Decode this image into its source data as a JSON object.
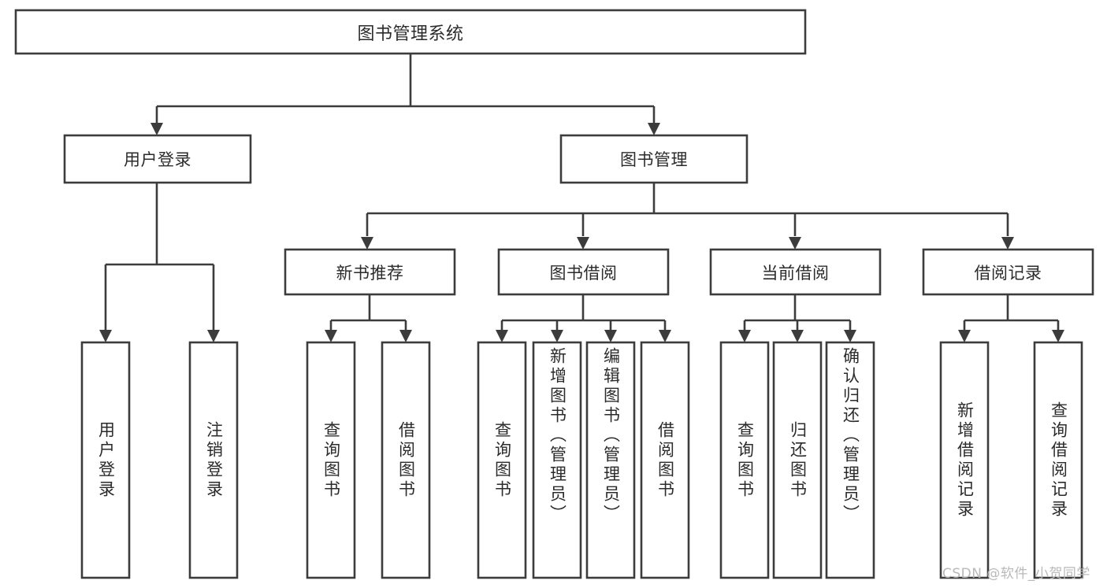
{
  "diagram": {
    "title": "图书管理系统",
    "type": "tree-hierarchy-diagram",
    "watermark": "CSDN @软件_小贺同学",
    "colors": {
      "stroke": "#3c3c3c",
      "box_fill": "#ffffff",
      "text": "#2b2b2b",
      "watermark": "#b9b9b9",
      "background": "#ffffff"
    },
    "levels": {
      "level1": [
        "图书管理系统"
      ],
      "level2": [
        "用户登录",
        "图书管理"
      ],
      "level3": [
        "新书推荐",
        "图书借阅",
        "当前借阅",
        "借阅记录"
      ],
      "level4": [
        "用户登录",
        "注销登录",
        "查询图书",
        "借阅图书",
        "查询图书",
        "新增图书（管理员）",
        "编辑图书（管理员）",
        "借阅图书",
        "查询图书",
        "归还图书",
        "确认归还（管理员）",
        "新增借阅记录",
        "查询借阅记录"
      ]
    },
    "nodes": {
      "root": {
        "label": "图书管理系统"
      },
      "user_login": {
        "label": "用户登录"
      },
      "book_manage": {
        "label": "图书管理"
      },
      "new_book_rec": {
        "label": "新书推荐"
      },
      "book_borrow": {
        "label": "图书借阅"
      },
      "current_borrow": {
        "label": "当前借阅"
      },
      "borrow_record": {
        "label": "借阅记录"
      },
      "leaf_user_login": {
        "label": "用户登录"
      },
      "leaf_logout": {
        "label": "注销登录"
      },
      "leaf_query_book_1": {
        "label": "查询图书"
      },
      "leaf_borrow_book_1": {
        "label": "借阅图书"
      },
      "leaf_query_book_2": {
        "label": "查询图书"
      },
      "leaf_add_book": {
        "label": "新增图书（管理员）"
      },
      "leaf_edit_book": {
        "label": "编辑图书（管理员）"
      },
      "leaf_borrow_book_2": {
        "label": "借阅图书"
      },
      "leaf_query_book_3": {
        "label": "查询图书"
      },
      "leaf_return_book": {
        "label": "归还图书"
      },
      "leaf_confirm_return": {
        "label": "确认归还（管理员）"
      },
      "leaf_add_record": {
        "label": "新增借阅记录"
      },
      "leaf_query_record": {
        "label": "查询借阅记录"
      }
    }
  }
}
